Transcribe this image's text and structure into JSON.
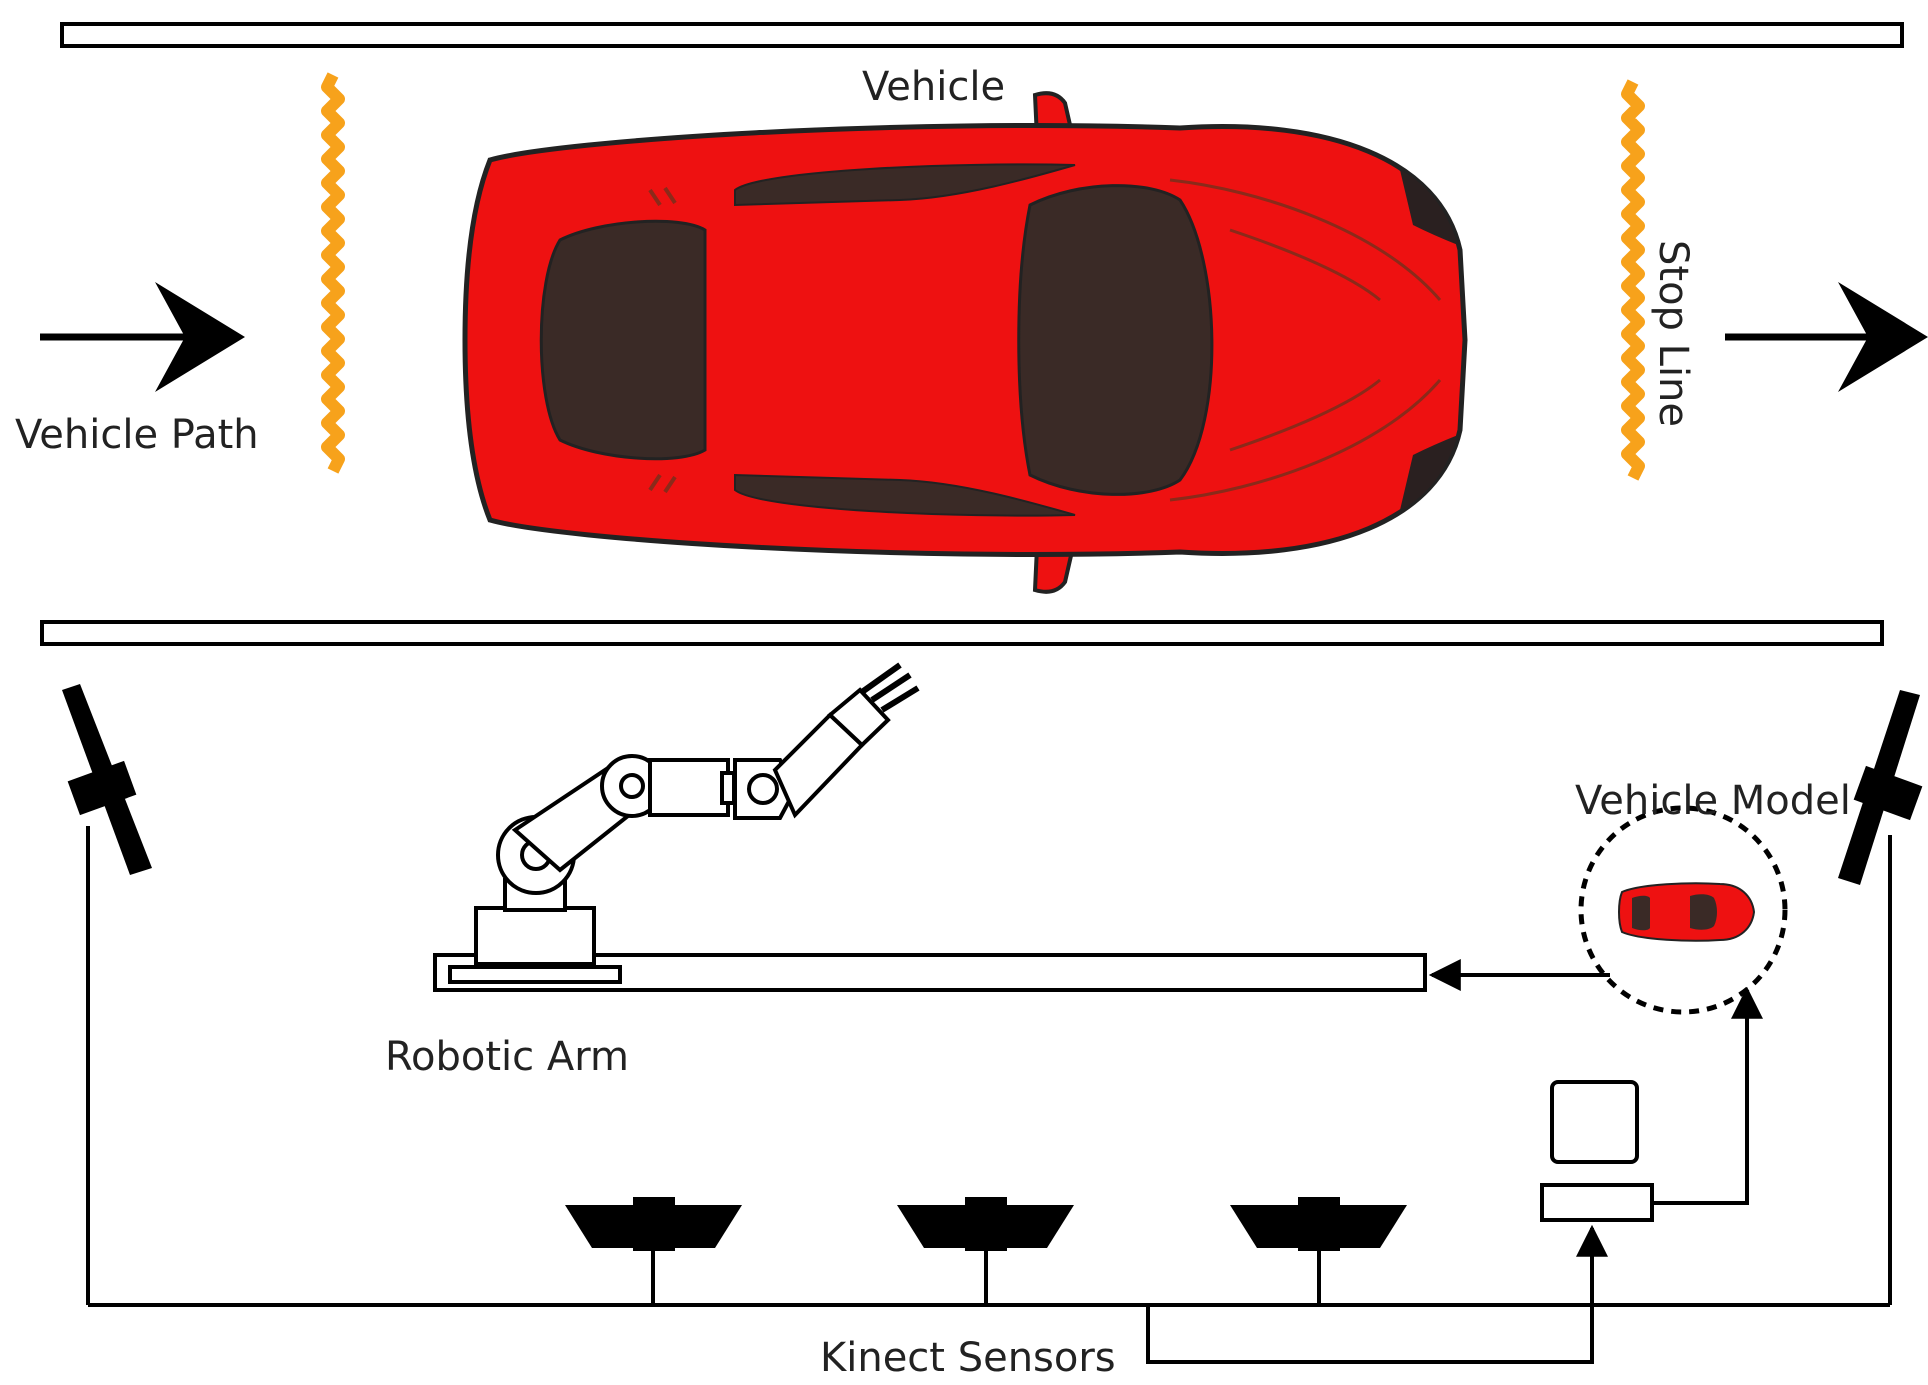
{
  "labels": {
    "vehicle": "Vehicle",
    "vehicle_path": "Vehicle Path",
    "stop_line": "Stop Line",
    "vehicle_model": "Vehicle Model",
    "robotic_arm": "Robotic Arm",
    "kinect_sensors": "Kinect Sensors"
  },
  "colors": {
    "vehicle_body": "#ee1111",
    "vehicle_glass": "#3a2a26",
    "stop_line": "#f7a21b",
    "line": "#000000",
    "sensor": "#000000"
  },
  "icons": {
    "vehicle": "car-top-view-icon",
    "robotic_arm": "robot-arm-icon",
    "computer": "computer-icon",
    "sensor": "kinect-sensor-icon",
    "arrow": "arrow-right-icon"
  }
}
